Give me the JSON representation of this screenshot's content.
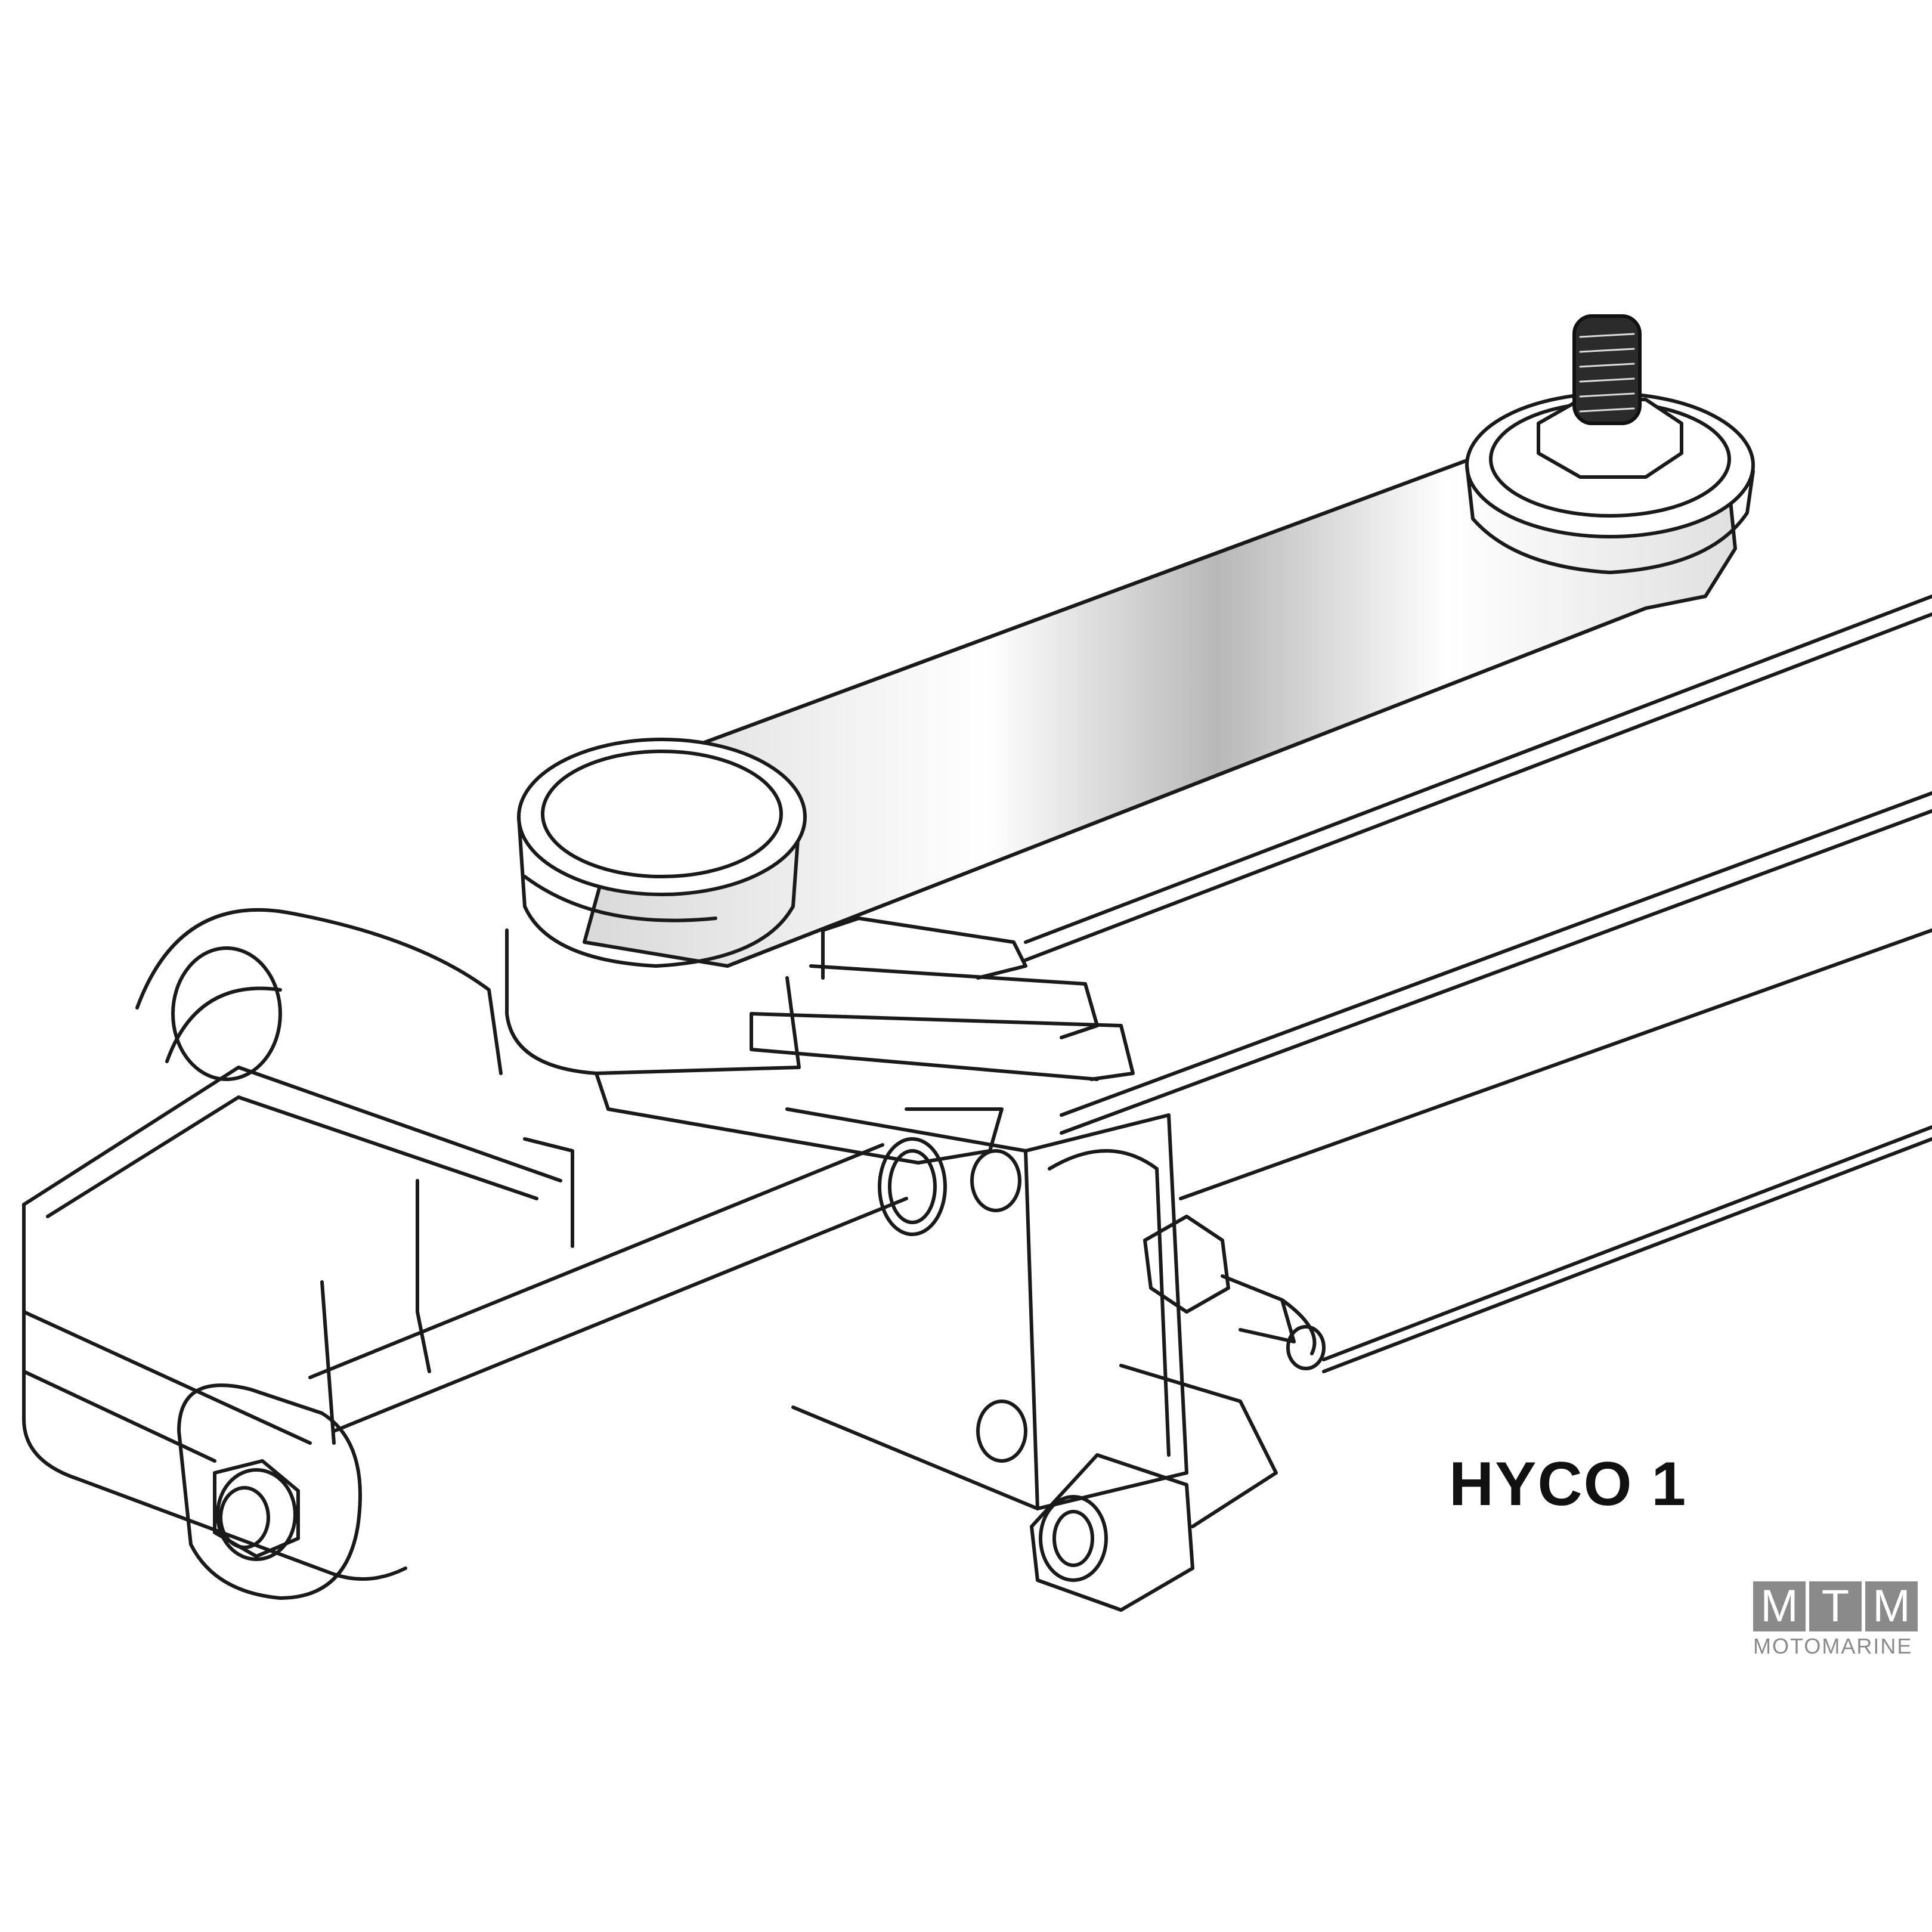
{
  "figure": {
    "caption": "HYCO 1",
    "colors": {
      "line": "#1a1a1a",
      "background": "#ffffff",
      "shade": "#bdbdbd",
      "logo": "#8a8a8a"
    }
  },
  "logo": {
    "letters": [
      "M",
      "T",
      "M"
    ],
    "wordmark": "MOTOMARINE"
  }
}
